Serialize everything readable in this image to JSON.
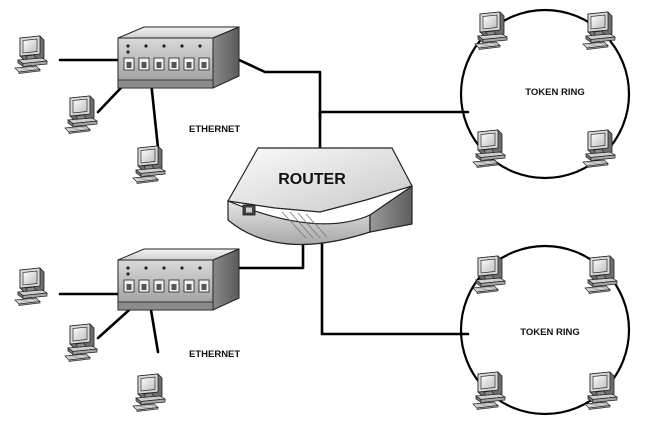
{
  "diagram": {
    "router": {
      "label": "ROUTER"
    },
    "networks": [
      {
        "id": "ethernet-top",
        "label": "ETHERNET",
        "type": "ethernet"
      },
      {
        "id": "ethernet-bottom",
        "label": "ETHERNET",
        "type": "ethernet"
      },
      {
        "id": "token-ring-top",
        "label": "TOKEN RING",
        "type": "token-ring"
      },
      {
        "id": "token-ring-bottom",
        "label": "TOKEN RING",
        "type": "token-ring"
      }
    ]
  }
}
